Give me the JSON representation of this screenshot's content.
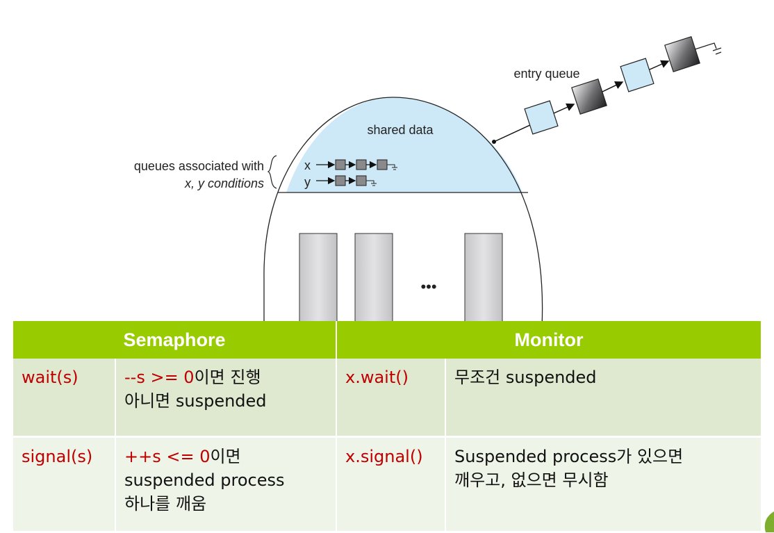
{
  "diagram": {
    "entry_queue_label": "entry queue",
    "shared_data_label": "shared data",
    "queues_label_line1": "queues associated with",
    "queues_label_line2": "x, y conditions",
    "cond_x": "x",
    "cond_y": "y",
    "ellipsis": "•••",
    "colors": {
      "shared_fill": "#cde9f7",
      "queue_box_fill": "#cde9f7",
      "procedure_fill": "#cfcfd2"
    }
  },
  "table": {
    "headers": {
      "semaphore": "Semaphore",
      "monitor": "Monitor"
    },
    "rows": [
      {
        "sem_op": "wait(s)",
        "sem_desc_op": "--s >= 0",
        "sem_desc_rest1": "이면 진행",
        "sem_desc_line2": "아니면 suspended",
        "mon_op": "x.wait()",
        "mon_desc": "무조건 suspended"
      },
      {
        "sem_op": "signal(s)",
        "sem_desc_op": "++s <= 0",
        "sem_desc_rest1": "이면",
        "sem_desc_line2": "suspended process",
        "sem_desc_line3": "하나를 깨움",
        "mon_op": "x.signal()",
        "mon_desc_line1": "Suspended process가 있으면",
        "mon_desc_line2": "깨우고, 없으면 무시함"
      }
    ],
    "colors": {
      "header_bg": "#99cc00",
      "keyword": "#c00000",
      "row_bg": "#dfe9d0"
    }
  }
}
